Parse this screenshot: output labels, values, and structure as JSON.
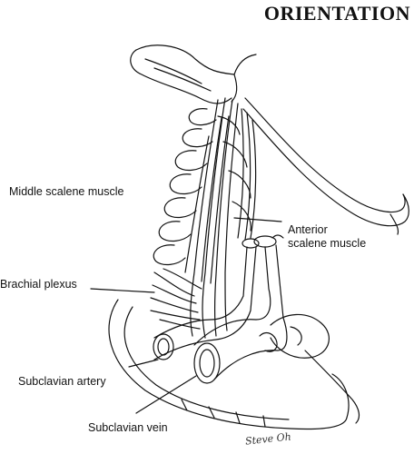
{
  "header": {
    "title": "ORIENTATION"
  },
  "labels": {
    "middle_scalene": "Middle scalene muscle",
    "anterior_scalene_line1": "Anterior",
    "anterior_scalene_line2": "scalene muscle",
    "brachial_plexus": "Brachial plexus",
    "subclavian_artery": "Subclavian artery",
    "subclavian_vein": "Subclavian vein"
  },
  "signature": "Steve Oh",
  "colors": {
    "ink": "#111111",
    "paper": "#ffffff"
  }
}
